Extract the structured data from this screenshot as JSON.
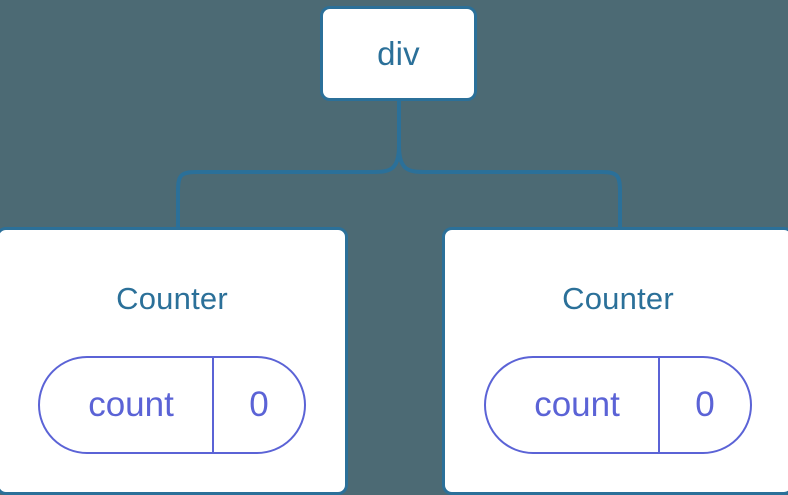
{
  "diagram": {
    "type": "component-tree",
    "background_color": "#4c6a74",
    "node_border_color": "#2b7099",
    "node_text_color": "#2b7099",
    "state_color": "#5b63d6",
    "connector_color": "#2b7099",
    "root": {
      "label": "div"
    },
    "children": [
      {
        "title": "Counter",
        "state": {
          "key": "count",
          "value": "0"
        }
      },
      {
        "title": "Counter",
        "state": {
          "key": "count",
          "value": "0"
        }
      }
    ]
  }
}
